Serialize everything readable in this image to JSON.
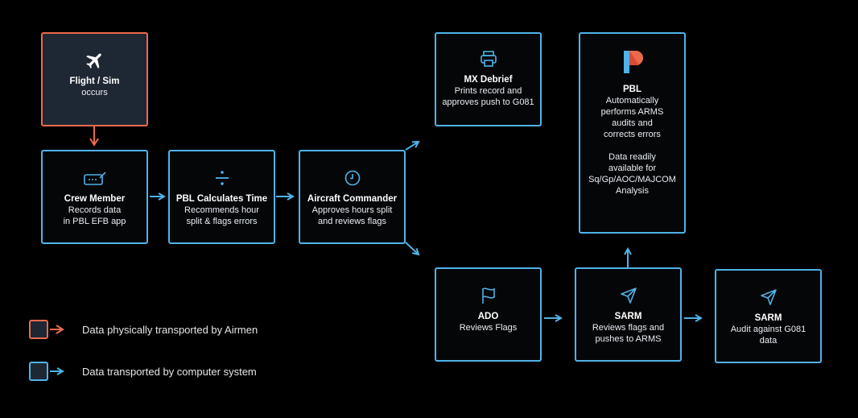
{
  "colors": {
    "computer": "#4fb3e8",
    "airmen": "#ec6a4c",
    "background": "#000000"
  },
  "nodes": {
    "flight": {
      "icon": "airplane-icon",
      "title": "Flight / Sim",
      "body": "occurs"
    },
    "crew": {
      "icon": "laptop-pen-icon",
      "title": "Crew Member",
      "body": "Records data\nin PBL EFB app"
    },
    "calc": {
      "icon": "divide-icon",
      "title": "PBL Calculates Time",
      "body": "Recommends hour\nsplit & flags errors"
    },
    "commander": {
      "icon": "clock-icon",
      "title": "Aircraft Commander",
      "body": "Approves hours split\nand reviews flags"
    },
    "mx": {
      "icon": "printer-icon",
      "title": "MX Debrief",
      "body": "Prints record and\napproves push to G081"
    },
    "pbl": {
      "icon": "pbl-logo-icon",
      "title": "PBL",
      "body": "Automatically\nperforms ARMS\naudits and\ncorrects errors\n\nData readily\navailable for\nSq/Gp/AOC/MAJCOM\nAnalysis"
    },
    "ado": {
      "icon": "flag-icon",
      "title": "ADO",
      "body": "Reviews Flags"
    },
    "sarm1": {
      "icon": "send-icon",
      "title": "SARM",
      "body": "Reviews flags and\npushes to ARMS"
    },
    "sarm2": {
      "icon": "send-icon",
      "title": "SARM",
      "body": "Audit against G081\ndata"
    }
  },
  "legend": [
    {
      "color": "#ec6a4c",
      "label": "Data physically transported by Airmen"
    },
    {
      "color": "#4fb3e8",
      "label": "Data transported by computer system"
    }
  ]
}
